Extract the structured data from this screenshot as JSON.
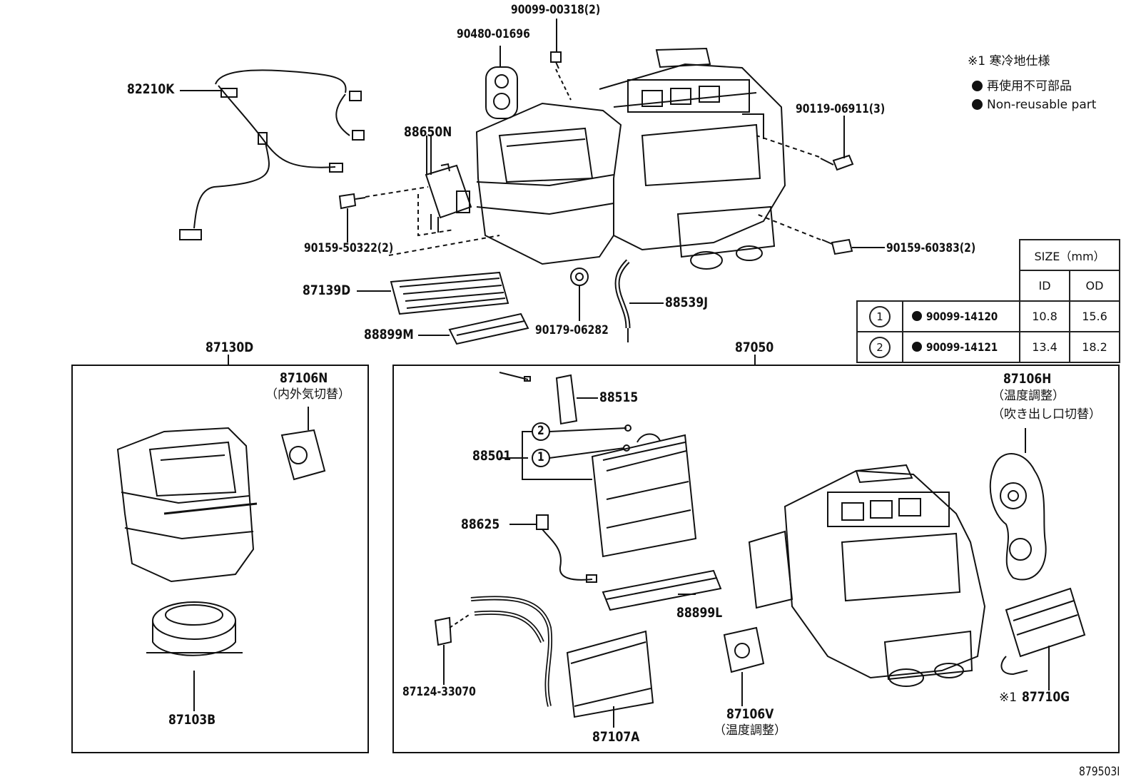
{
  "notes": {
    "cold_region": "※1 寒冷地仕様",
    "non_reusable_jp": "再使用不可部品",
    "non_reusable_en": "Non-reusable part"
  },
  "size_table": {
    "header": "SIZE（mm）",
    "col_id": "ID",
    "col_od": "OD",
    "rows": [
      {
        "ref": "1",
        "part": "90099-14120",
        "id": "10.8",
        "od": "15.6"
      },
      {
        "ref": "2",
        "part": "90099-14121",
        "id": "13.4",
        "od": "18.2"
      }
    ]
  },
  "labels": {
    "p82210k": "82210K",
    "p90480": "90480-01696",
    "p90099_00318": "90099-00318(2)",
    "p88650n": "88650N",
    "p90119": "90119-06911(3)",
    "p90159_50322": "90159-50322(2)",
    "p90159_60383": "90159-60383(2)",
    "p87139d": "87139D",
    "p88539j": "88539J",
    "p88899m": "88899M",
    "p90179": "90179-06282",
    "p87130d": "87130D",
    "p87050": "87050",
    "p87106n": "87106N",
    "p87106n_jp": "（内外気切替）",
    "p88515": "88515",
    "p88501": "88501",
    "callout_1": "1",
    "callout_2": "2",
    "p88625": "88625",
    "p88899l": "88899L",
    "p87124": "87124-33070",
    "p87107a": "87107A",
    "p87106v": "87106V",
    "p87106v_jp": "（温度調整）",
    "p87106h": "87106H",
    "p87106h_jp1": "（温度調整）",
    "p87106h_jp2": "（吹き出し口切替）",
    "p87710g_prefix": "※1",
    "p87710g": "87710G",
    "p87103b": "87103B",
    "ref_code": "879503I"
  }
}
